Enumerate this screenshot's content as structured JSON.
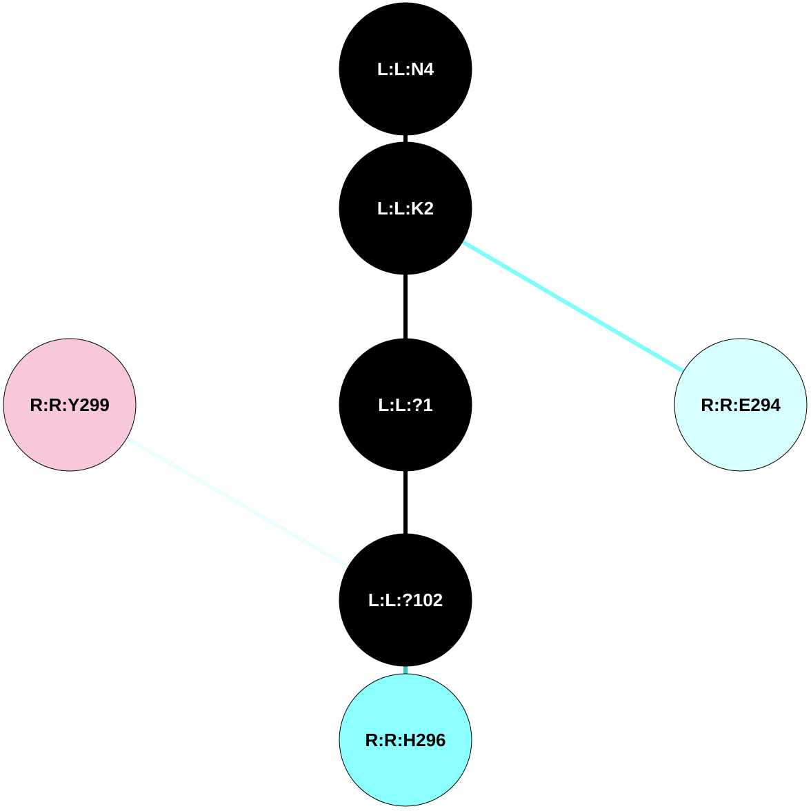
{
  "nodes": [
    {
      "id": "n4",
      "label": "L:L:N4",
      "fill": "#000000",
      "text_color": "#ffffff",
      "border": "#000000"
    },
    {
      "id": "k2",
      "label": "L:L:K2",
      "fill": "#000000",
      "text_color": "#ffffff",
      "border": "#000000"
    },
    {
      "id": "q1",
      "label": "L:L:?1",
      "fill": "#000000",
      "text_color": "#ffffff",
      "border": "#000000"
    },
    {
      "id": "q102",
      "label": "L:L:?102",
      "fill": "#000000",
      "text_color": "#ffffff",
      "border": "#000000"
    },
    {
      "id": "h296",
      "label": "R:R:H296",
      "fill": "#8cffff",
      "text_color": "#000000",
      "border": "#000000"
    },
    {
      "id": "y299",
      "label": "R:R:Y299",
      "fill": "#f7c8dc",
      "text_color": "#000000",
      "border": "#000000"
    },
    {
      "id": "e294",
      "label": "R:R:E294",
      "fill": "#d7ffff",
      "text_color": "#000000",
      "border": "#000000"
    }
  ],
  "edges": [
    {
      "from": "n4",
      "to": "k2",
      "color": "#000000"
    },
    {
      "from": "k2",
      "to": "q1",
      "color": "#000000"
    },
    {
      "from": "q1",
      "to": "q102",
      "color": "#000000"
    },
    {
      "from": "k2",
      "to": "e294",
      "color": "#7ffdfd"
    },
    {
      "from": "y299",
      "to": "q102",
      "color": "#eafffe"
    },
    {
      "from": "q102",
      "to": "h296",
      "color": "#33c6c6"
    }
  ]
}
